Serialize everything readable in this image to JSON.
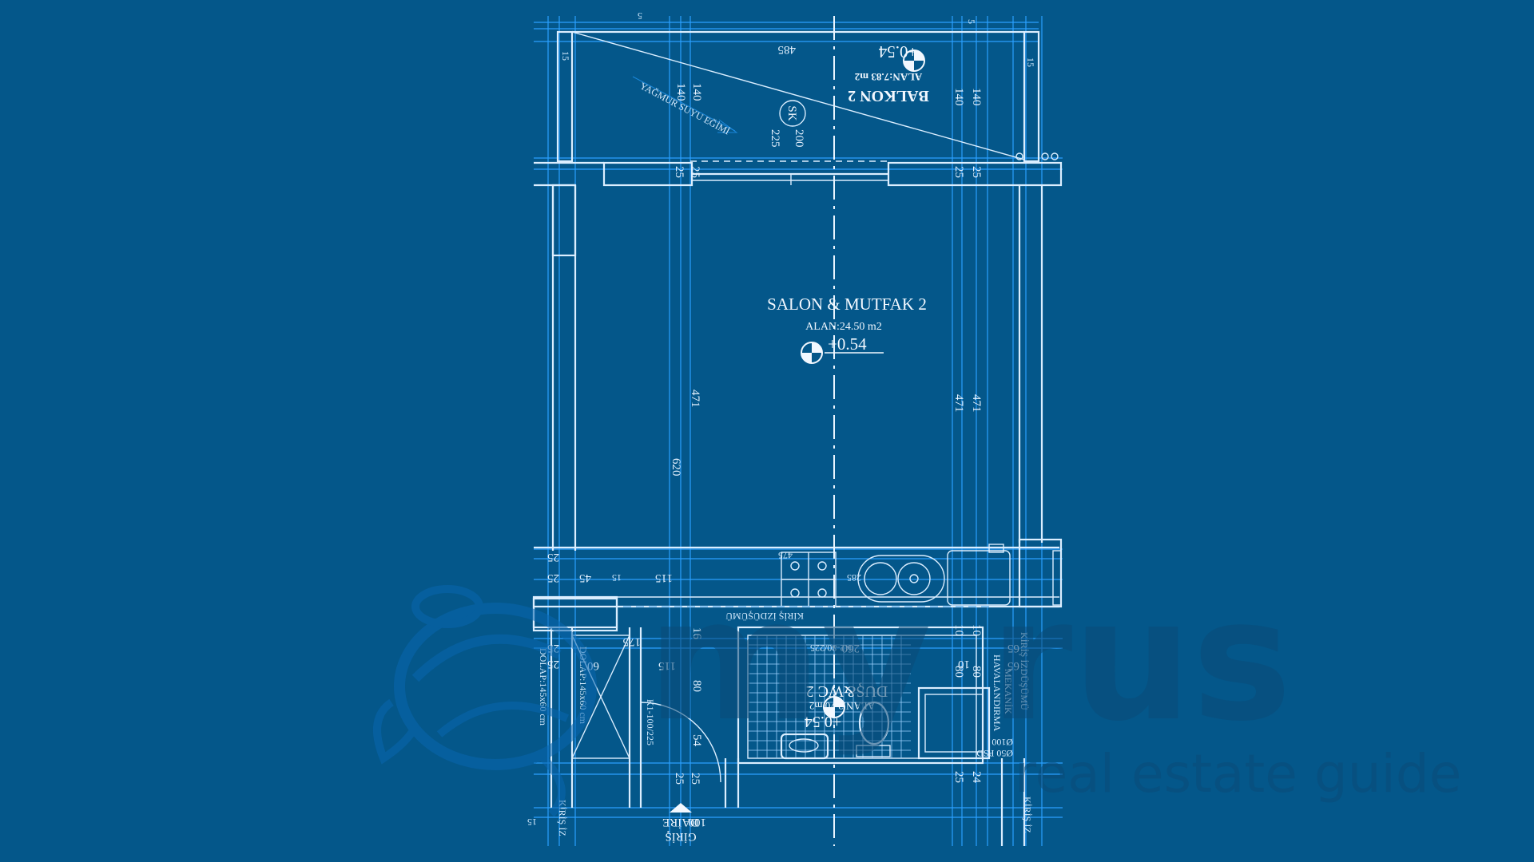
{
  "plan": {
    "balcony": {
      "name": "BALKON 2",
      "area": "ALAN:7.83 m2",
      "level": "+0.54",
      "arrow_note": "YAĞMUR SUYU EĞİMİ"
    },
    "living": {
      "name": "SALON & MUTFAK 2",
      "area": "ALAN:24.50 m2",
      "level": "+0.54"
    },
    "bath": {
      "name": "DUŞ&WC 2",
      "area": "ALAN:3.70 m2",
      "level": "+0.54",
      "door": "K2-80/225"
    },
    "entrance": {
      "label_1": "GİRİŞ",
      "label_2": "DAİRE",
      "door": "K1-100/225"
    },
    "closet": {
      "label_left": "DOLAP:145x60 cm",
      "label_right": "DOLAP:145x60 cm"
    },
    "beam": {
      "horizontal": "KİRİŞ İZDÜŞÜMÜ",
      "vertical_right": "KİRİŞ İZDÜŞÜMÜ",
      "bottom_left": "KİRİŞ İZ",
      "bottom_right": "KİRİŞ İZ"
    },
    "mechanical": {
      "line_1": "MEKANİK",
      "line_2": "HAVALANDIRMA"
    },
    "shaft": {
      "sk_label": "SK",
      "dsp_1": "Ø100",
      "dsp_2": "Ø50 PSD"
    },
    "dims": {
      "d485": "485",
      "d15": "15",
      "d140": "140",
      "d200": "200",
      "d225": "225",
      "d25": "25",
      "d471": "471",
      "d620": "620",
      "d45": "45",
      "d115": "115",
      "d175": "175",
      "d80": "80",
      "d54": "54",
      "d60": "60",
      "d100": "100",
      "d260": "260",
      "d65": "65",
      "d10": "10",
      "d16": "16",
      "d24": "24",
      "d285": "285",
      "d475": "475",
      "d5": "5"
    }
  },
  "watermark": {
    "brand": "my rus",
    "tagline": "real estate guide"
  },
  "colors": {
    "background": "#04578a",
    "line": "#dbeeff",
    "dimension": "#2aa0ff",
    "watermark": "#0b4c78"
  }
}
